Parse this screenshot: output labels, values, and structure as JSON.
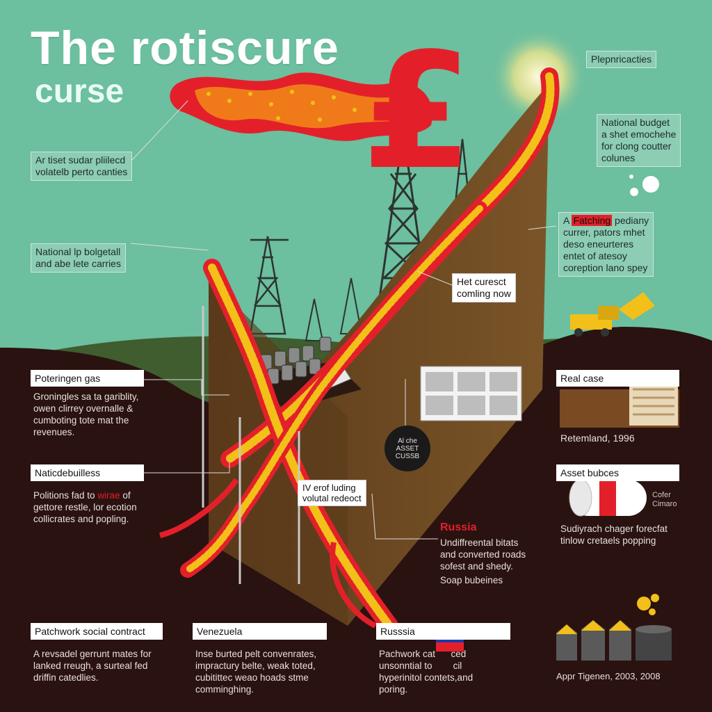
{
  "title": {
    "line1": "The rotiscure",
    "line2": "curse"
  },
  "notes": {
    "top_right": "Plepnricacties",
    "left_top": [
      "Ar tiset sudar pliilecd",
      "volatelb perto canties"
    ],
    "national_budget_right": [
      "National budget",
      "a shet emochehe",
      "for clong coutter",
      "colunes"
    ],
    "current_factors": {
      "prefix": "A",
      "highlight": "Fatching",
      "lines": [
        " pediany",
        "currer, pators mhet",
        "deso eneurteres",
        "entet of atesoy",
        "coreption lano spey"
      ]
    },
    "national_left": [
      "National lp bolgetall",
      "and abe lete carries"
    ],
    "hot_current": [
      "Het curesct",
      "comling now"
    ]
  },
  "panels": {
    "petroleum_gas": {
      "header": "Poteringen gas",
      "body": [
        "Groningles sa ta gariblity,",
        "owen clirrey overnalle &",
        "cumboting tote mat the",
        "revenues."
      ]
    },
    "real_case": {
      "header": "Real case",
      "caption": "Retemland, 1996"
    },
    "national_builders": {
      "header": "Naticdebuilless",
      "body_pre": "Politions fad to ",
      "body_red": "wirae",
      "body_post": " of",
      "body_rest": [
        "gettore restle, lor ecotion",
        "collicrates and popling."
      ]
    },
    "asset_bubbles": {
      "header": "Asset bubces",
      "side": [
        "Cofer",
        "Cimaro"
      ],
      "body": [
        "Sudiyrach chager forecfat",
        "tinlow cretaels popping"
      ]
    },
    "circle": [
      "Al che",
      "ASSET",
      "CUSSB"
    ],
    "volatile_redirect": [
      "IV erof luding",
      "volutal redeoct"
    ],
    "russia_mid": {
      "title": "Russia",
      "body": [
        "Undiffreental bitats",
        "and converted roads",
        "sofest and shedy."
      ],
      "extra": "Soap bubeines"
    },
    "patchwork": {
      "header": "Patchwork social contract",
      "body": [
        "A revsadel gerrunt mates for",
        "lanked rreugh, a surteal fed",
        "driffin catedlies."
      ]
    },
    "venezuela": {
      "header": "Venezuela",
      "body": [
        "Inse burted pelt convenrates,",
        "impractury belte, weak toted,",
        "cubitittec weao hoads stme",
        "comminghing."
      ]
    },
    "russia_bottom": {
      "header": "Russsia",
      "body": [
        "Pachwork cat      ced",
        "unsonntial to        cil",
        "hyperinitol contets,and",
        "poring."
      ]
    },
    "bottom_right_caption": "Appr Tigenen, 2003, 2008"
  },
  "colors": {
    "sky": "#6cbf9f",
    "dark_ground": "#2a1210",
    "brown_slope": "#6b4a22",
    "red": "#e3202a",
    "yellow": "#f2c018",
    "white": "#ffffff"
  },
  "icons": [
    "pound-sign-icon",
    "oil-derrick-icon",
    "flame-icon",
    "coaster-track-icon",
    "excavator-icon",
    "bubbles-icon",
    "barrels-icon",
    "map-diagram-icon",
    "pipe-icon",
    "flag-icon",
    "houses-icon"
  ]
}
